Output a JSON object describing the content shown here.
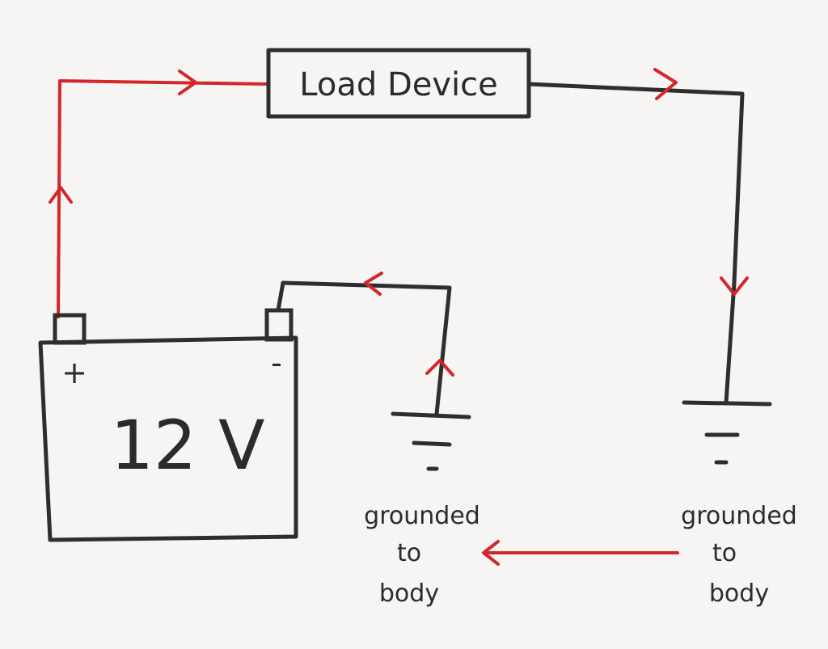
{
  "load_device": {
    "label": "Load Device"
  },
  "battery": {
    "voltage": "12 V",
    "positive_symbol": "+",
    "negative_symbol": "-"
  },
  "grounds": [
    {
      "line1": "grounded",
      "line2": "to",
      "line3": "body"
    },
    {
      "line1": "grounded",
      "line2": "to",
      "line3": "body"
    }
  ],
  "colors": {
    "wire": "#2e2e2e",
    "current_flow": "#d3272b",
    "paper": "#f6f5f3"
  }
}
